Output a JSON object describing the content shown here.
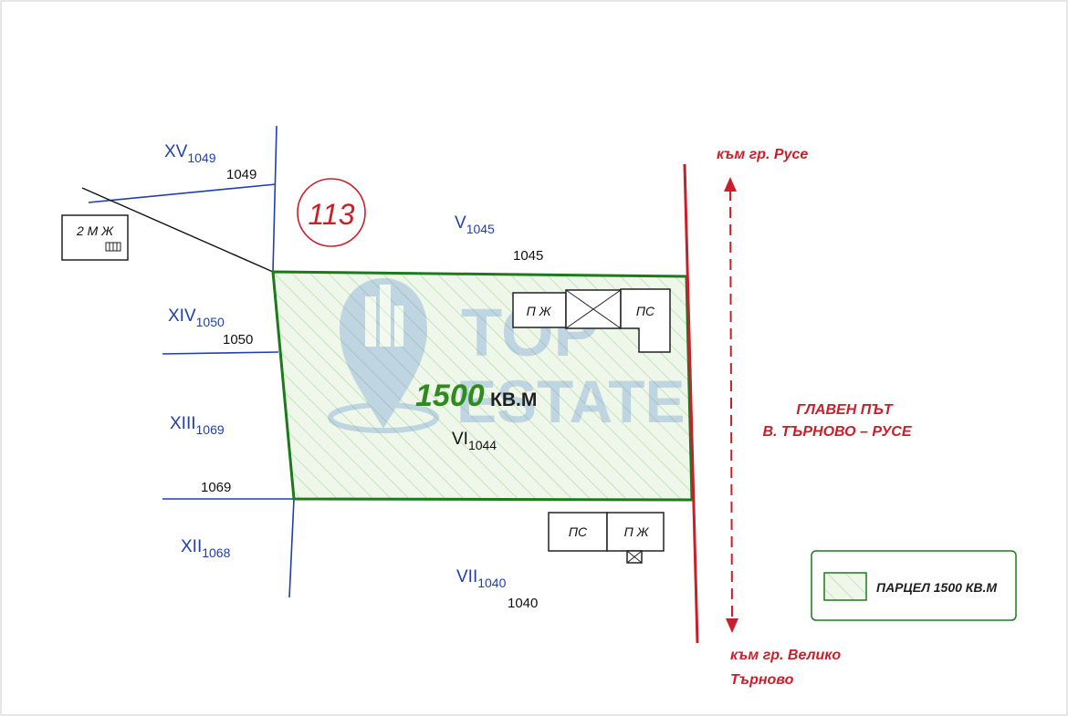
{
  "parcel_number": "113",
  "main_parcel": {
    "area_value": "1500",
    "area_unit": "КВ.М",
    "lot_roman": "VI",
    "lot_id": "1044"
  },
  "neighbors": [
    {
      "roman": "XV",
      "sub": "1049",
      "number": "1049"
    },
    {
      "roman": "V",
      "sub": "1045",
      "number": "1045"
    },
    {
      "roman": "XIV",
      "sub": "1050",
      "number": "1050"
    },
    {
      "roman": "XIII",
      "sub": "1069",
      "number": "1069"
    },
    {
      "roman": "XII",
      "sub": "1068"
    },
    {
      "roman": "VII",
      "sub": "1040",
      "number": "1040"
    }
  ],
  "buildings": {
    "outside": "2 М Ж",
    "top_left": "П Ж",
    "top_right": "ПС",
    "bottom_left": "ПС",
    "bottom_right": "П Ж"
  },
  "road": {
    "to_top": "към гр. Русе",
    "to_bottom_line1": "към гр. Велико",
    "to_bottom_line2": "Търново",
    "name_line1": "ГЛАВЕН ПЪТ",
    "name_line2": "В. ТЪРНОВО – РУСЕ"
  },
  "legend": {
    "label": "ПАРЦЕЛ 1500 КВ.М"
  },
  "watermark": {
    "line1": "TOP",
    "line2": "ESTATE"
  },
  "colors": {
    "boundary_blue": "#1f3fb0",
    "parcel_green": "#1c7a1c",
    "parcel_fill": "#eef7ea",
    "road_red": "#c8202a",
    "area_text_green": "#2e8b1e"
  }
}
